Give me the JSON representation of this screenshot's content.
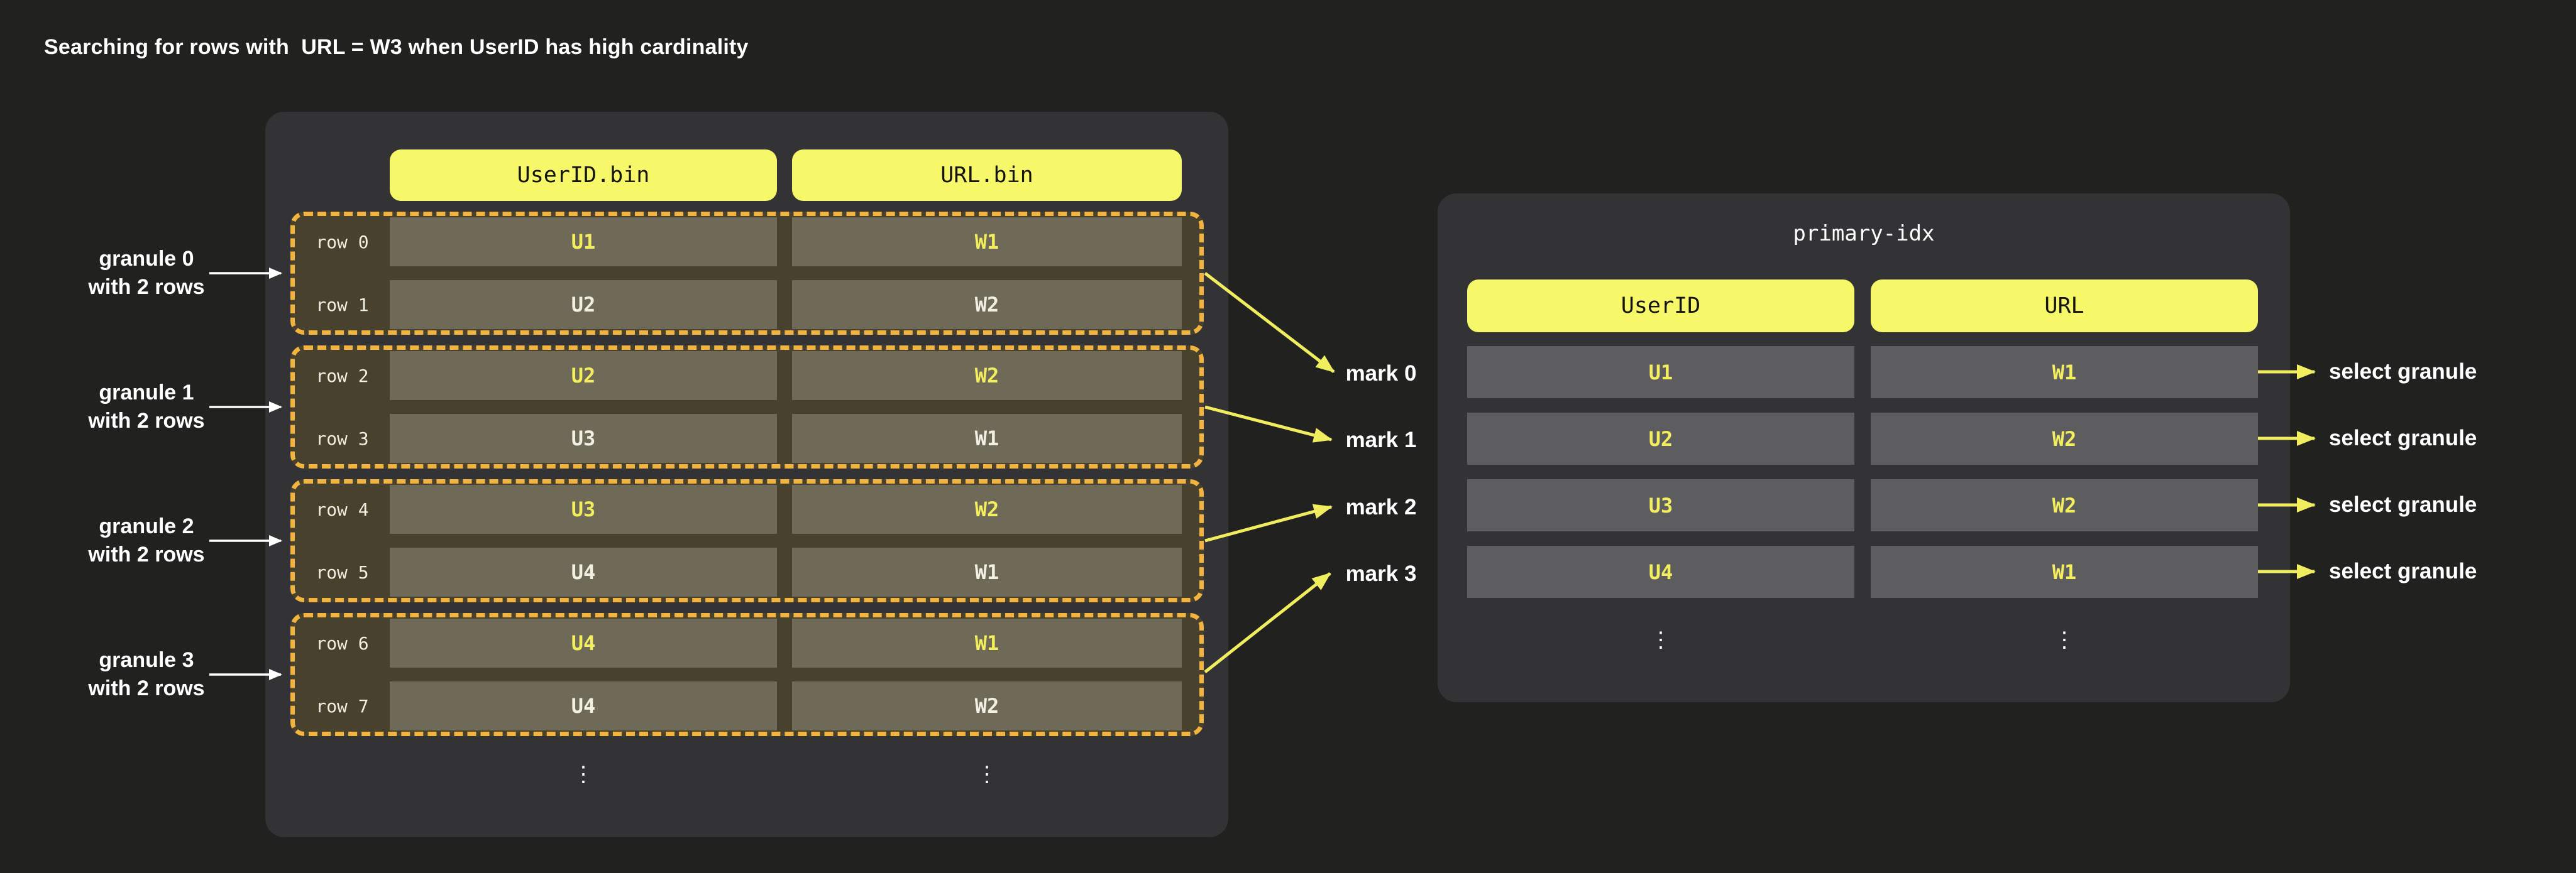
{
  "title": "Searching for rows with  URL = W3 when UserID has high cardinality",
  "bin_table": {
    "headers": [
      "UserID.bin",
      "URL.bin"
    ],
    "ellipsis": "⋮",
    "granules": [
      {
        "label_line1": "granule 0",
        "label_line2": "with 2 rows",
        "mark": "mark 0",
        "rows": [
          {
            "name": "row 0",
            "userid": "U1",
            "url": "W1",
            "highlight": true
          },
          {
            "name": "row 1",
            "userid": "U2",
            "url": "W2",
            "highlight": false
          }
        ]
      },
      {
        "label_line1": "granule 1",
        "label_line2": "with 2 rows",
        "mark": "mark 1",
        "rows": [
          {
            "name": "row 2",
            "userid": "U2",
            "url": "W2",
            "highlight": true
          },
          {
            "name": "row 3",
            "userid": "U3",
            "url": "W1",
            "highlight": false
          }
        ]
      },
      {
        "label_line1": "granule 2",
        "label_line2": "with 2 rows",
        "mark": "mark 2",
        "rows": [
          {
            "name": "row 4",
            "userid": "U3",
            "url": "W2",
            "highlight": true
          },
          {
            "name": "row 5",
            "userid": "U4",
            "url": "W1",
            "highlight": false
          }
        ]
      },
      {
        "label_line1": "granule 3",
        "label_line2": "with 2 rows",
        "mark": "mark 3",
        "rows": [
          {
            "name": "row 6",
            "userid": "U4",
            "url": "W1",
            "highlight": true
          },
          {
            "name": "row 7",
            "userid": "U4",
            "url": "W2",
            "highlight": false
          }
        ]
      }
    ]
  },
  "index_table": {
    "title": "primary-idx",
    "headers": [
      "UserID",
      "URL"
    ],
    "ellipsis": "⋮",
    "rows": [
      {
        "userid": "U1",
        "url": "W1",
        "action": "select granule"
      },
      {
        "userid": "U2",
        "url": "W2",
        "action": "select granule"
      },
      {
        "userid": "U3",
        "url": "W2",
        "action": "select granule"
      },
      {
        "userid": "U4",
        "url": "W1",
        "action": "select granule"
      }
    ]
  },
  "colors": {
    "page-bg": "#21211f",
    "panel-bg": "#333335",
    "granule-fill": "#48412e",
    "granule-border": "#f2b43e",
    "bin-cell-bg": "#6f6958",
    "idx-cell-bg": "#5d5d5f",
    "header-bg": "#f6f869",
    "header-text": "#141410",
    "highlight-text": "#f2ee5e",
    "light-text": "#f2efe3",
    "white": "#ffffff",
    "arrow-yellow": "#f0ee5e"
  }
}
